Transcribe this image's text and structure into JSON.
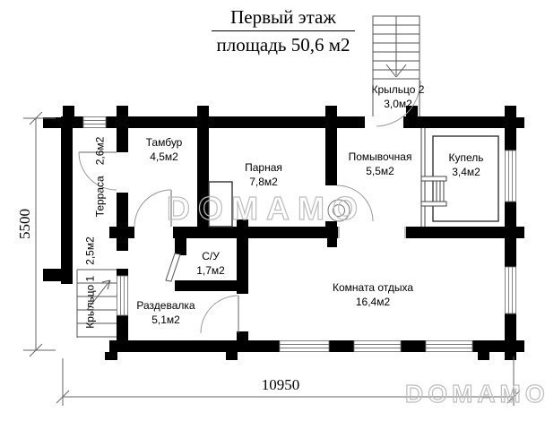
{
  "title": {
    "line1": "Первый этаж",
    "line2": "площадь 50,6 м2"
  },
  "rooms": {
    "tambur": {
      "name": "Тамбур",
      "area": "4,5м2"
    },
    "parnaya": {
      "name": "Парная",
      "area": "7,8м2"
    },
    "pomyvochnaya": {
      "name": "Помывочная",
      "area": "5,5м2"
    },
    "kupel": {
      "name": "Купель",
      "area": "3,4м2"
    },
    "terrasa": {
      "name": "Терраса",
      "area": "2,6м2"
    },
    "kryltso1": {
      "name": "Крыльцо 1",
      "area": "2,5м2"
    },
    "kryltso2": {
      "name": "Крыльцо 2",
      "area": "3,0м2"
    },
    "su": {
      "name": "С/У",
      "area": "1,7м2"
    },
    "razdevalka": {
      "name": "Раздевалка",
      "area": "5,1м2"
    },
    "komnata": {
      "name": "Комната отдыха",
      "area": "16,4м2"
    }
  },
  "dimensions": {
    "horizontal": "10950",
    "vertical": "5500"
  },
  "watermark": {
    "center": "DOMAMO",
    "corner": "DOMAMO"
  },
  "colors": {
    "wall": "#000000",
    "thin_line": "#555555",
    "arc_line": "#999999",
    "watermark_outline": "#bdbdbd",
    "background": "#ffffff"
  }
}
